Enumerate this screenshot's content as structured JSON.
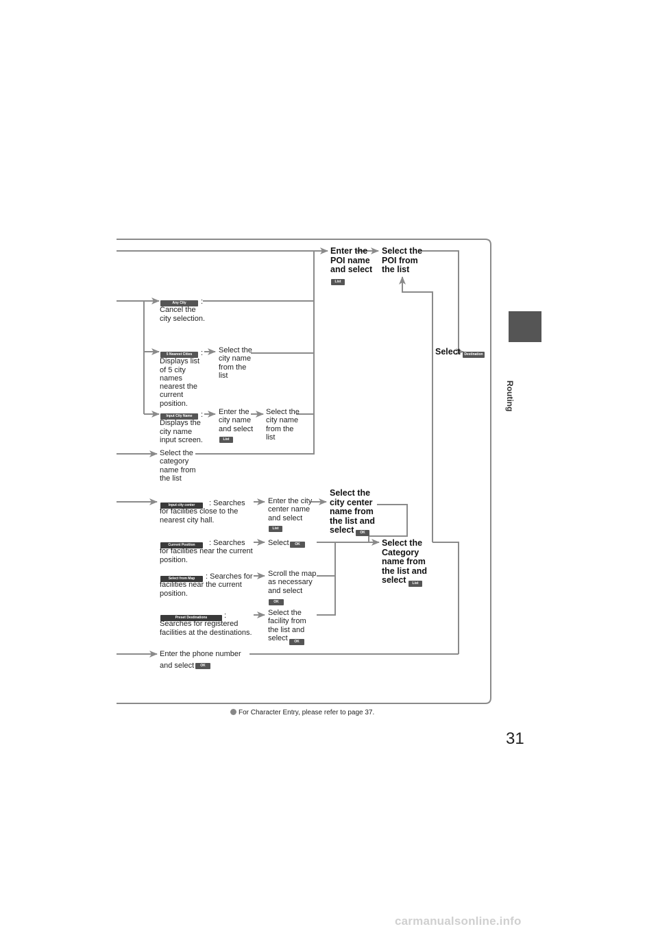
{
  "page": {
    "number": "31",
    "section_tab": "Routing",
    "note": "For Character Entry, please refer to page 37.",
    "watermark": "carmanualsonline.info"
  },
  "buttons": {
    "list": "List",
    "ok": "OK",
    "destination": "Destination",
    "any_city": "Any City",
    "nearest_cities": "5 Nearest Cities",
    "input_city_name": "Input City Name",
    "input_city_center": "Input city center",
    "current_position": "Current Position",
    "select_from_map": "Select from Map",
    "preset_destinations": "Preset Destinations"
  },
  "flow": {
    "poi_enter": "Enter the\nPOI name\nand select",
    "poi_select": "Select the\nPOI from\nthe list",
    "select_word": "Select",
    "any_city_desc": ":\nCancel the\ncity selection.",
    "nearest_desc": ":\nDisplays list\nof 5 city\nnames\nnearest the\ncurrent\nposition.",
    "nearest_select": "Select the\ncity name\nfrom the\nlist",
    "input_city_desc": ":\nDisplays the\ncity name\ninput screen.",
    "input_city_enter": "Enter the\ncity name\nand select",
    "input_city_select": "Select the\ncity name\nfrom the\nlist",
    "category_select": "Select the\ncategory\nname from\nthe list",
    "city_center_desc": ": Searches\nfor facilities close to the\nnearest city hall.",
    "city_center_enter": "Enter the city\ncenter name\nand select",
    "city_center_select": "Select the\ncity center\nname from\nthe list and\nselect",
    "current_pos_desc": ": Searches\nfor facilities near the current\nposition.",
    "current_pos_select": "Select",
    "category_result": "Select the\nCategory\nname from\nthe list and\nselect",
    "map_desc": ": Searches for\nfacilities near the current\nposition.",
    "map_scroll": "Scroll the map\nas necessary\nand select",
    "preset_desc": ":\nSearches for registered\nfacilities at the destinations.",
    "preset_select": "Select the\nfacility from\nthe list and\nselect",
    "phone_enter": "Enter the phone number\nand select"
  }
}
